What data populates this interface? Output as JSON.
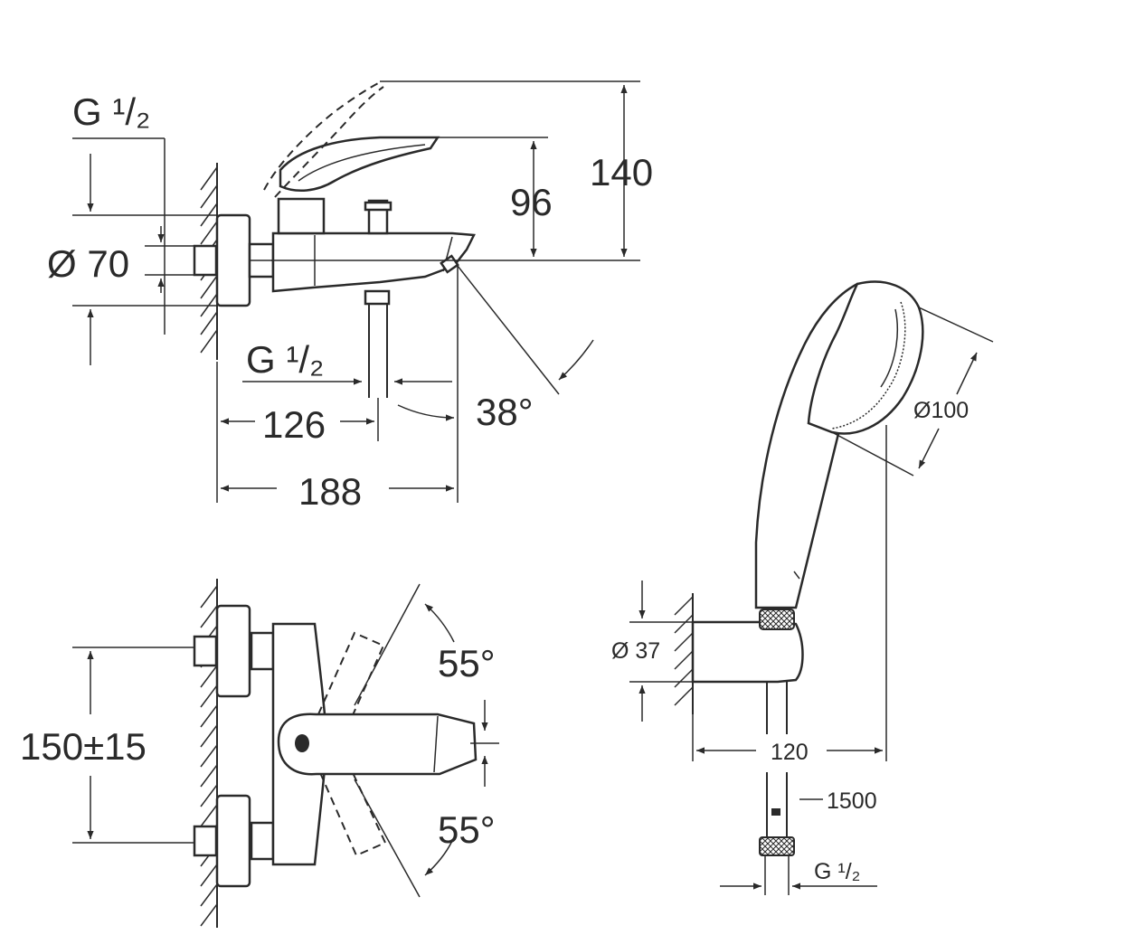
{
  "tap": {
    "side_view": {
      "dim_top_thread": "G ¹/₂",
      "dim_diameter": "Ø 70",
      "dim_spout_thread": "G ¹/₂",
      "dim_height_inner": "96",
      "dim_height_outer": "140",
      "dim_spout_offset": "126",
      "dim_spout_length": "188",
      "dim_spout_angle": "38°"
    },
    "top_view": {
      "dim_centres": "150±15",
      "dim_angle_up": "55°",
      "dim_angle_down": "55°"
    }
  },
  "shower": {
    "dim_head_diameter": "Ø100",
    "dim_holder_diameter": "Ø 37",
    "dim_projection": "120",
    "dim_hose_length": "1500",
    "dim_hose_thread": "G ¹/₂"
  },
  "colors": {
    "ink": "#2a2a2a",
    "background": "#ffffff"
  }
}
